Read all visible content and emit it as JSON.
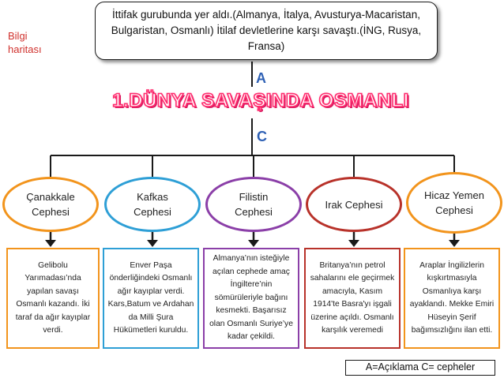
{
  "corner_label": "Bilgi haritası",
  "top_box": "İttifak gurubunda yer aldı.(Almanya, İtalya, Avusturya-Macaristan, Bulgaristan, Osmanlı) İtilaf devletlerine karşı savaştı.(İNG, Rusya, Fransa)",
  "letter_a": "A",
  "title": "1.DÜNYA SAVAŞINDA OSMANLI",
  "letter_c": "C",
  "fronts": [
    {
      "name": "Çanakkale Cephesi",
      "color": "#f2941c",
      "text": "Gelibolu Yarımadası’nda yapılan savaşı Osmanlı kazandı. İki taraf da ağır kayıplar verdi."
    },
    {
      "name": "Kafkas Cephesi",
      "color": "#2e9fd6",
      "text": "Enver Paşa önderliğindeki Osmanlı ağır kayıplar verdi. Kars,Batum ve Ardahan da Milli Şura Hükümetleri kuruldu."
    },
    {
      "name": "Filistin Cephesi",
      "color": "#8b3fa8",
      "text": "Almanya’nın isteğiyle açılan cephede amaç İngiltere’nin sömürüleriyle bağını kesmekti. Başarısız olan Osmanlı Suriye’ye kadar çekildi."
    },
    {
      "name": "Irak Cephesi",
      "color": "#b8322a",
      "text": "Britanya’nın petrol sahalarını ele geçirmek amacıyla, Kasım 1914'te Basra'yı işgali üzerine açıldı. Osmanlı karşılık veremedi"
    },
    {
      "name": "Hicaz Yemen Cephesi",
      "color": "#f2941c",
      "text": "Araplar İngilizlerin kışkırtmasıyla Osmanlıya karşı ayaklandı. Mekke Emiri Hüseyin Şerif bağımsızlığını ilan etti."
    }
  ],
  "legend": "A=Açıklama C= cepheler",
  "colors": {
    "line": "#1a1a1a",
    "title": "#ff2d6f",
    "letters": "#2f61b5",
    "corner_label": "#d0312d"
  }
}
